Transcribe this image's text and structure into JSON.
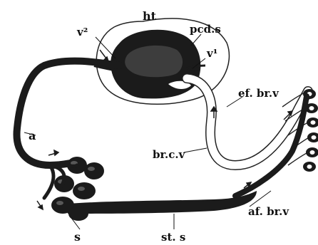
{
  "colors": {
    "vessel_dark": "#1b1b1b",
    "vessel_light": "#ffffff",
    "outline": "#222222",
    "paper": "#ffffff"
  },
  "labels": {
    "heart": "ht",
    "pericardial_sinus": "pcd.s",
    "v2": "v²",
    "v1": "v¹",
    "efferent_branchial_vessel": "ef. br.v",
    "branchio_cardiac_vessel": "br.c.v",
    "artery": "a",
    "afferent_branchial_vessel": "af. br.v",
    "sternal_sinus": "st. s",
    "sinus": "s"
  }
}
